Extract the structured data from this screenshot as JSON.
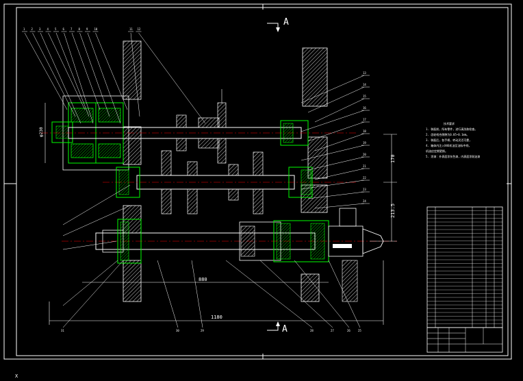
{
  "drawing": {
    "section_label_top": "A",
    "section_label_bottom": "A",
    "corner_marker": "X",
    "dimensions": {
      "vertical_1": "170",
      "vertical_2": "213.5",
      "total_width": "1180",
      "inner_width": "880",
      "left_dia": "φ230"
    },
    "tech_notes": [
      "技术要求",
      "1. 装配前，所有零件，进行清洗和检查。",
      "2. 齿轮啮合侧隙为0.05~0.1mm。",
      "3. 装配后，各手柄，转动灵活可靠，",
      "4. 箱体内注入N46机油至油标中线，",
      "   机油应定期更换。",
      "5. 涂漆：外表面涂灰色漆，内表面涂耐油漆"
    ],
    "balloons_top": [
      "1",
      "2",
      "3",
      "4",
      "5",
      "6",
      "7",
      "8",
      "9",
      "10",
      "11",
      "12"
    ],
    "balloons_right": [
      "13",
      "14",
      "15",
      "16",
      "17",
      "18",
      "19",
      "20",
      "21",
      "22",
      "23",
      "24"
    ],
    "balloons_bottom": [
      "31",
      "30",
      "29",
      "28",
      "27",
      "26",
      "25"
    ]
  },
  "title_block": {
    "rows": 32
  }
}
